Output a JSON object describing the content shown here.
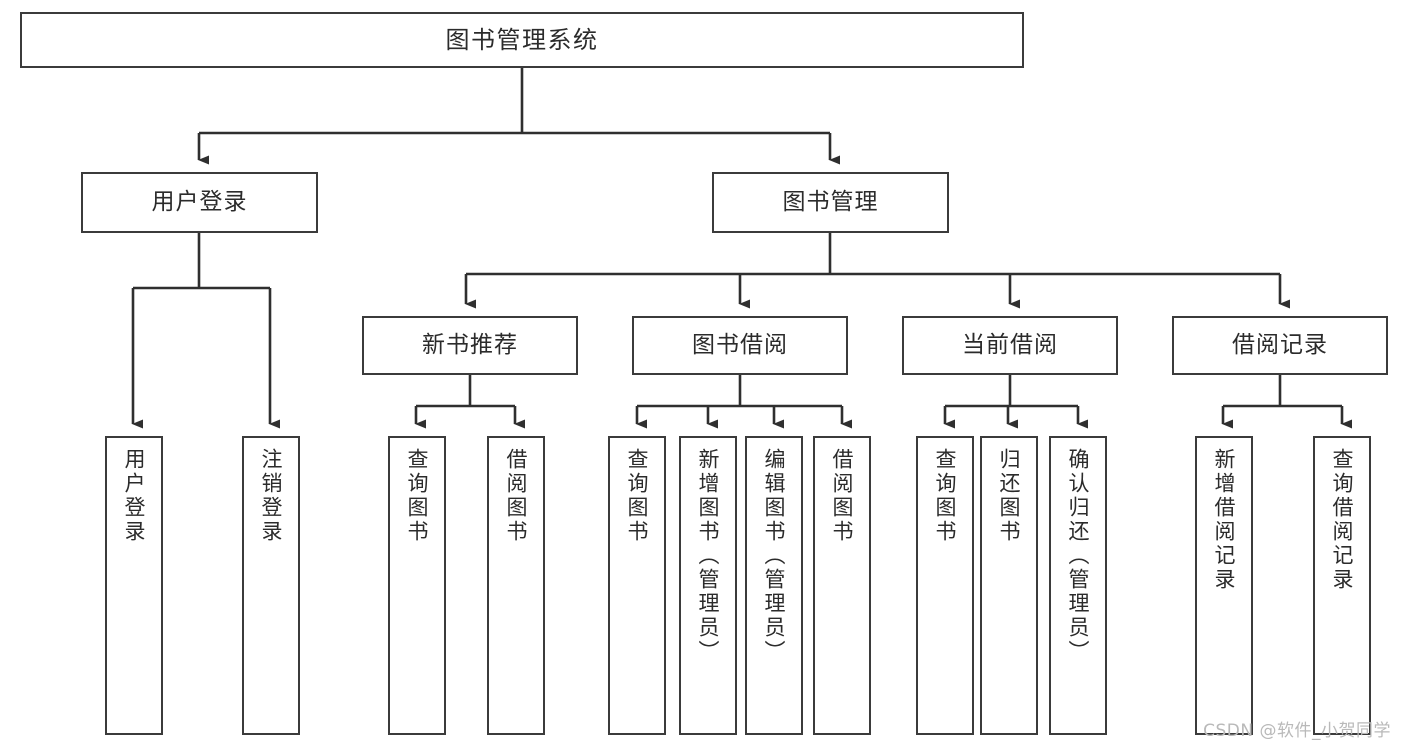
{
  "diagram": {
    "title": "图书管理系统",
    "type": "tree-hierarchy-chart",
    "watermark": "CSDN @软件_小贺同学",
    "colors": {
      "box_border": "#3b3b3b",
      "box_fill": "#ffffff",
      "connector": "#2f2f2f",
      "text": "#2b2b2b",
      "watermark": "#b9b9b9"
    },
    "root": {
      "label": "图书管理系统"
    },
    "level2": [
      {
        "label": "用户登录"
      },
      {
        "label": "图书管理"
      }
    ],
    "level3": [
      {
        "label": "新书推荐"
      },
      {
        "label": "图书借阅"
      },
      {
        "label": "当前借阅"
      },
      {
        "label": "借阅记录"
      }
    ],
    "leaves": {
      "user_login": [
        {
          "label": "用户登录"
        },
        {
          "label": "注销登录"
        }
      ],
      "new_book_recommend": [
        {
          "label": "查询图书"
        },
        {
          "label": "借阅图书"
        }
      ],
      "book_borrow": [
        {
          "label": "查询图书"
        },
        {
          "label": "新增图书（管理员）"
        },
        {
          "label": "编辑图书（管理员）"
        },
        {
          "label": "借阅图书"
        }
      ],
      "current_borrow": [
        {
          "label": "查询图书"
        },
        {
          "label": "归还图书"
        },
        {
          "label": "确认归还（管理员）"
        }
      ],
      "borrow_record": [
        {
          "label": "新增借阅记录"
        },
        {
          "label": "查询借阅记录"
        }
      ]
    }
  }
}
